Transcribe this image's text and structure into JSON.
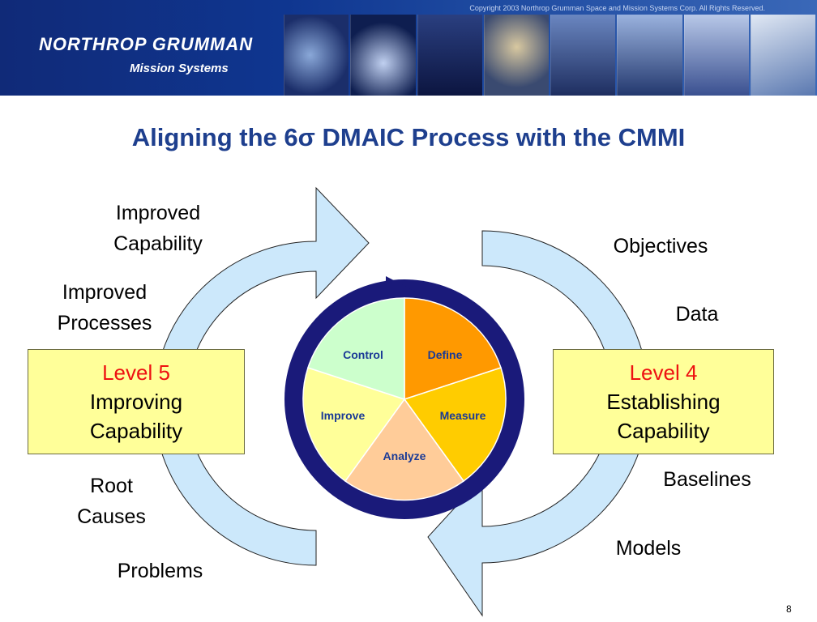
{
  "header": {
    "copyright": "Copyright 2003 Northrop Grumman Space and Mission Systems Corp.  All Rights Reserved.",
    "logo_main": "NORTHROP GRUMMAN",
    "logo_sub": "Mission Systems"
  },
  "title": "Aligning the 6σ DMAIC Process with the CMMI",
  "left_labels": {
    "improved_capability": [
      "Improved",
      "Capability"
    ],
    "improved_processes": [
      "Improved",
      "Processes"
    ],
    "root_causes": [
      "Root",
      "Causes"
    ],
    "problems": "Problems"
  },
  "right_labels": {
    "objectives": "Objectives",
    "data": "Data",
    "baselines": "Baselines",
    "models": "Models"
  },
  "level5": {
    "level": "Level  5",
    "line1": "Improving",
    "line2": "Capability"
  },
  "level4": {
    "level": "Level  4",
    "line1": "Establishing",
    "line2": "Capability"
  },
  "dmaic": {
    "segments": [
      {
        "label": "Define",
        "color": "#ff9900"
      },
      {
        "label": "Measure",
        "color": "#ffcc00"
      },
      {
        "label": "Analyze",
        "color": "#ffcc99"
      },
      {
        "label": "Improve",
        "color": "#ffff99"
      },
      {
        "label": "Control",
        "color": "#ccffcc"
      }
    ],
    "ring_color": "#1a1a7a"
  },
  "colors": {
    "arrow_fill": "#cce8fb",
    "title": "#1e3f8e",
    "level_text": "#ee1111",
    "level_box": "#ffff99"
  },
  "page_number": "8"
}
